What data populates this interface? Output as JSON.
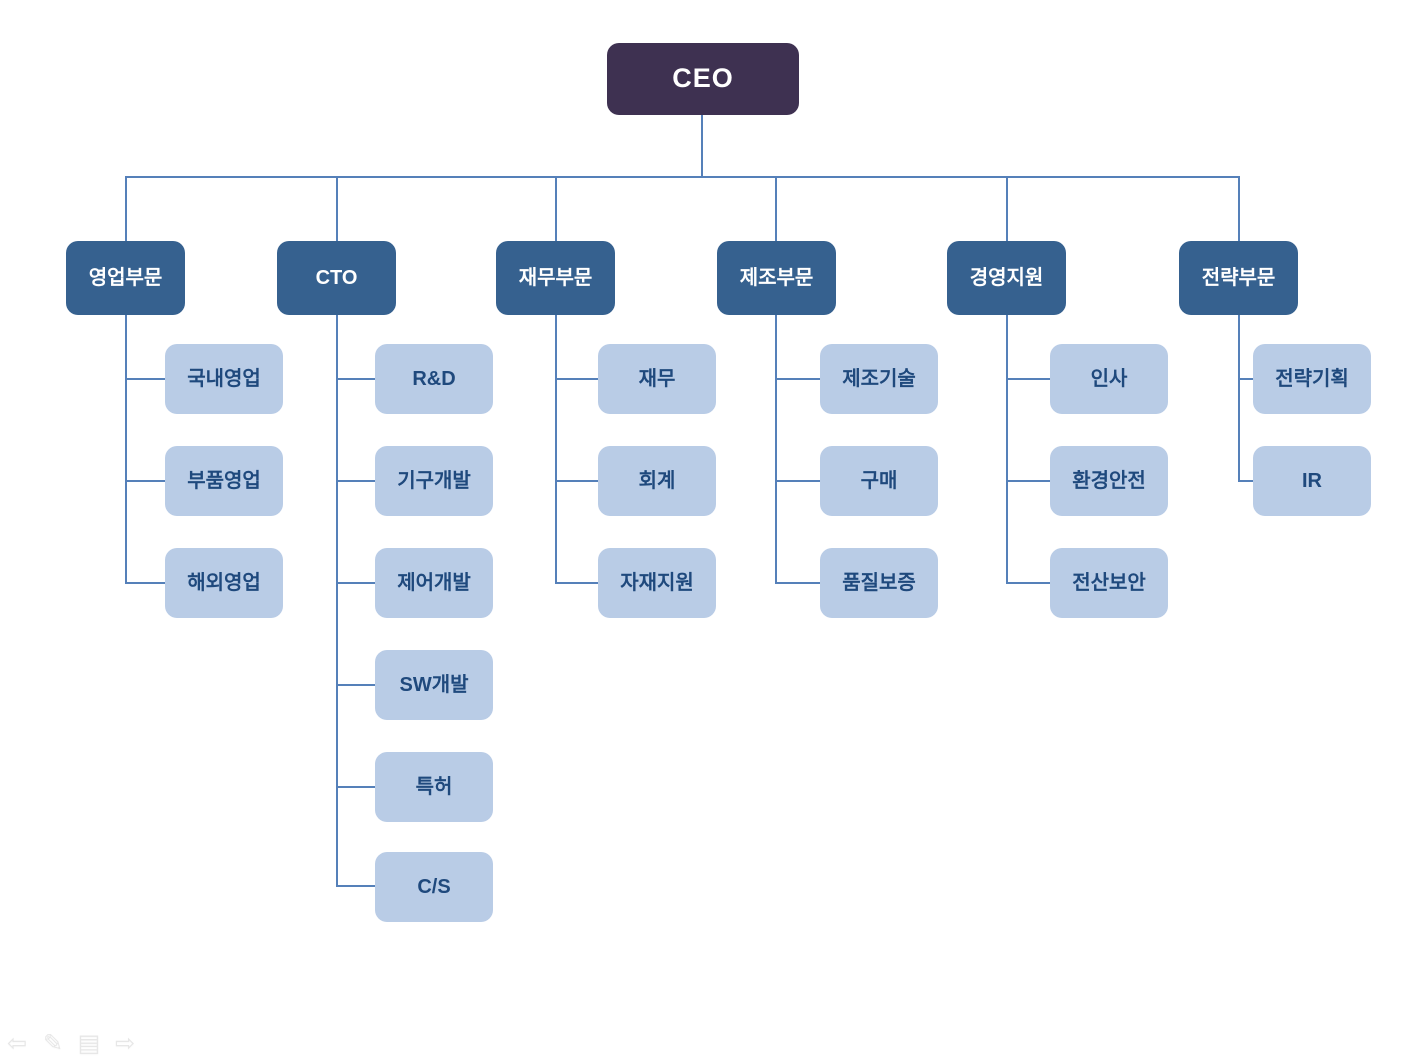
{
  "org_chart": {
    "type": "org-tree",
    "root": {
      "label": "CEO",
      "fill": "#3E3151",
      "text_color": "#FFFFFF"
    },
    "branch_fill": "#36618F",
    "branch_text_color": "#FFFFFF",
    "leaf_fill": "#B9CCE6",
    "leaf_text_color": "#1F497D",
    "connector_color": "#5580B9",
    "branches": [
      {
        "label": "영업부문",
        "children": [
          "국내영업",
          "부품영업",
          "해외영업"
        ]
      },
      {
        "label": "CTO",
        "children": [
          "R&D",
          "기구개발",
          "제어개발",
          "SW개발",
          "특허",
          "C/S"
        ]
      },
      {
        "label": "재무부문",
        "children": [
          "재무",
          "회계",
          "자재지원"
        ]
      },
      {
        "label": "제조부문",
        "children": [
          "제조기술",
          "구매",
          "품질보증"
        ]
      },
      {
        "label": "경영지원",
        "children": [
          "인사",
          "환경안전",
          "전산보안"
        ]
      },
      {
        "label": "전략부문",
        "children": [
          "전략기획",
          "IR"
        ]
      }
    ]
  },
  "slideshow_controls": {
    "buttons": [
      {
        "name": "previous-slide",
        "glyph": "⇦"
      },
      {
        "name": "pen-annotate",
        "glyph": "✎"
      },
      {
        "name": "slide-navigator",
        "glyph": "▤"
      },
      {
        "name": "next-slide",
        "glyph": "⇨"
      }
    ]
  }
}
